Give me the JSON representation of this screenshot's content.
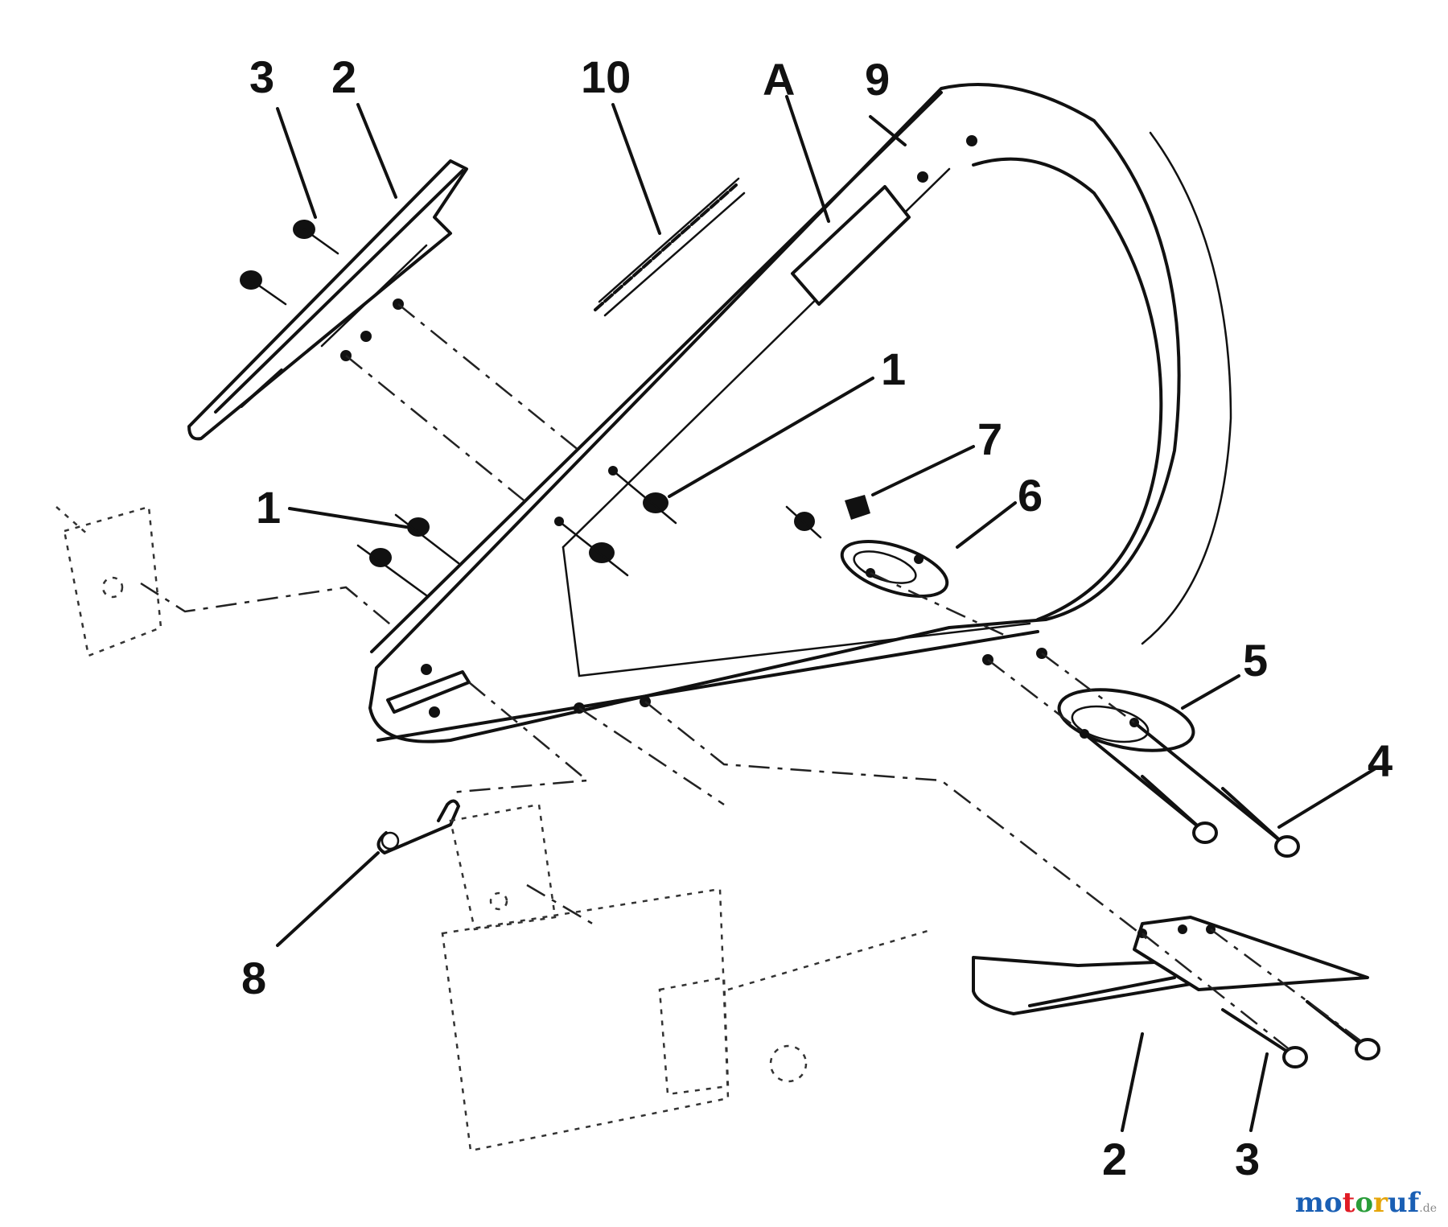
{
  "callouts": [
    {
      "label": "3"
    },
    {
      "label": "2"
    },
    {
      "label": "10"
    },
    {
      "label": "A"
    },
    {
      "label": "9"
    },
    {
      "label": "1"
    },
    {
      "label": "7"
    },
    {
      "label": "6"
    },
    {
      "label": "1"
    },
    {
      "label": "5"
    },
    {
      "label": "4"
    },
    {
      "label": "8"
    },
    {
      "label": "2"
    },
    {
      "label": "3"
    }
  ],
  "watermark": {
    "letters": [
      "m",
      "o",
      "t",
      "o",
      "r",
      "u",
      "f"
    ],
    "suffix": ".de",
    "colors": [
      "#1a5fb4",
      "#1a5fb4",
      "#e01b24",
      "#2a9d3a",
      "#e5a50a",
      "#1a5fb4",
      "#1a5fb4"
    ]
  }
}
